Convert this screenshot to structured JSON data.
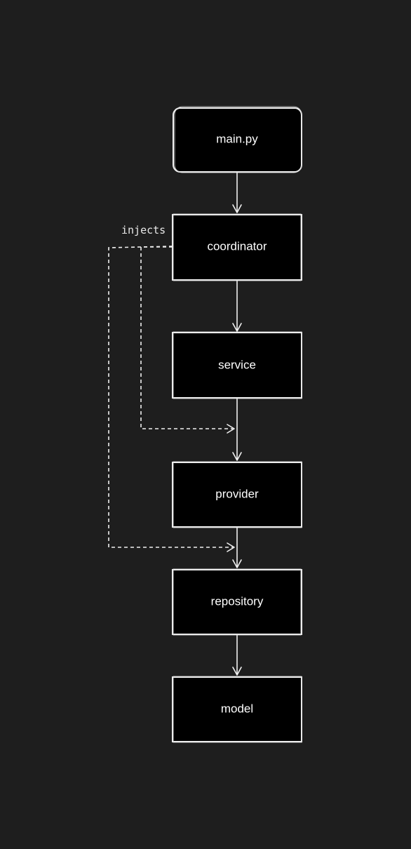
{
  "diagram": {
    "background": "#1e1e1e",
    "node_fill": "#000000",
    "stroke_color": "#f2f2f2",
    "nodes": [
      {
        "id": "main",
        "label": "main.py"
      },
      {
        "id": "coordinator",
        "label": "coordinator"
      },
      {
        "id": "service",
        "label": "service"
      },
      {
        "id": "provider",
        "label": "provider"
      },
      {
        "id": "repository",
        "label": "repository"
      },
      {
        "id": "model",
        "label": "model"
      }
    ],
    "edges": [
      {
        "from": "main",
        "to": "coordinator",
        "style": "solid"
      },
      {
        "from": "coordinator",
        "to": "service",
        "style": "solid"
      },
      {
        "from": "service",
        "to": "provider",
        "style": "solid"
      },
      {
        "from": "provider",
        "to": "repository",
        "style": "solid"
      },
      {
        "from": "repository",
        "to": "model",
        "style": "solid"
      },
      {
        "from": "coordinator",
        "to": "provider",
        "style": "dashed"
      },
      {
        "from": "coordinator",
        "to": "repository",
        "style": "dashed"
      }
    ],
    "annotation": "injects"
  }
}
